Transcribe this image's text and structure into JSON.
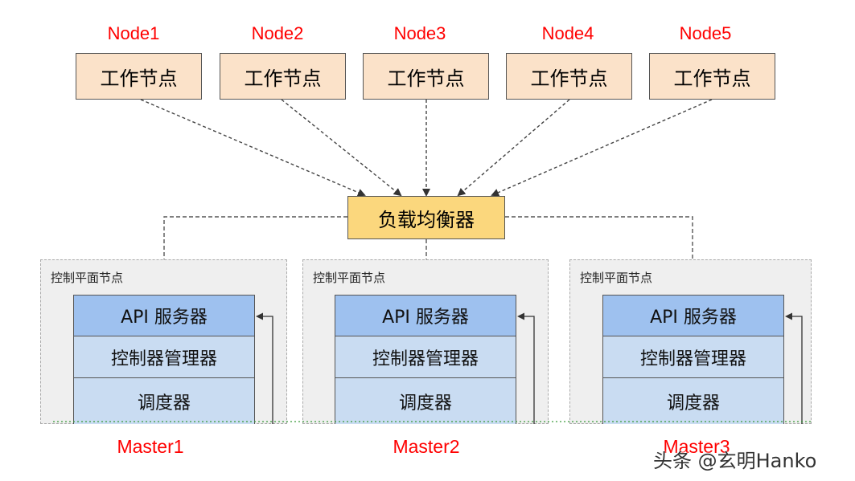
{
  "nodes": [
    {
      "label": "Node1",
      "box": "工作节点"
    },
    {
      "label": "Node2",
      "box": "工作节点"
    },
    {
      "label": "Node3",
      "box": "工作节点"
    },
    {
      "label": "Node4",
      "box": "工作节点"
    },
    {
      "label": "Node5",
      "box": "工作节点"
    }
  ],
  "load_balancer": "负载均衡器",
  "planes": [
    {
      "title": "控制平面节点",
      "api": "API 服务器",
      "controller": "控制器管理器",
      "scheduler": "调度器",
      "master": "Master1"
    },
    {
      "title": "控制平面节点",
      "api": "API 服务器",
      "controller": "控制器管理器",
      "scheduler": "调度器",
      "master": "Master2"
    },
    {
      "title": "控制平面节点",
      "api": "API 服务器",
      "controller": "控制器管理器",
      "scheduler": "调度器",
      "master": "Master3"
    }
  ],
  "watermark": "头条 @玄明Hanko",
  "colors": {
    "node_fill": "#fbe2c9",
    "lb_fill": "#fbd77d",
    "api_fill": "#9ec1ef",
    "component_fill": "#c9dcf2",
    "label_red": "#ff0000",
    "plane_bg": "#efefef"
  }
}
